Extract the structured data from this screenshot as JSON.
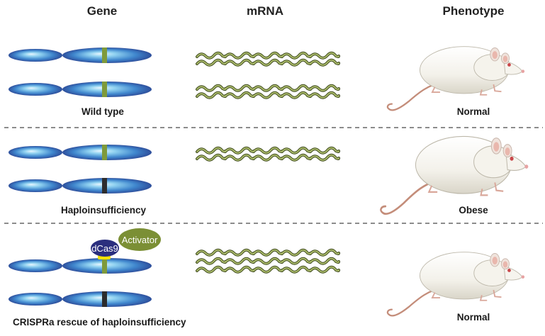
{
  "headers": {
    "gene": "Gene",
    "mrna": "mRNA",
    "phenotype": "Phenotype"
  },
  "rows": [
    {
      "id": "wild-type",
      "gene_label": "Wild type",
      "phenotype_label": "Normal",
      "alleles": [
        "functional",
        "functional"
      ],
      "mrna_rows": 2,
      "mouse_size": "normal"
    },
    {
      "id": "haploinsufficiency",
      "gene_label": "Haploinsufficiency",
      "phenotype_label": "Obese",
      "alleles": [
        "functional",
        "nonfunctional"
      ],
      "mrna_rows": 1,
      "mouse_size": "large"
    },
    {
      "id": "crispra-rescue",
      "gene_label": "CRISPRa rescue of haploinsufficiency",
      "phenotype_label": "Normal",
      "alleles": [
        "functional-activated",
        "nonfunctional"
      ],
      "mrna_rows": 3,
      "mouse_size": "normal"
    }
  ],
  "crispra": {
    "dcas9_label": "dCas9",
    "activator_label": "Activator"
  },
  "colors": {
    "chromosome_core": "#8fd1f0",
    "chromosome_edge": "#2e4f9c",
    "functional_band": "#7e9a3b",
    "nonfunctional_band": "#2d2d2d",
    "mrna_fill": "#a9b96a",
    "mrna_stroke": "#3e4a1c",
    "dcas9": "#2b2f7e",
    "activator": "#7b8f35",
    "guide_rna": "#f4e300",
    "divider": "#666666"
  }
}
